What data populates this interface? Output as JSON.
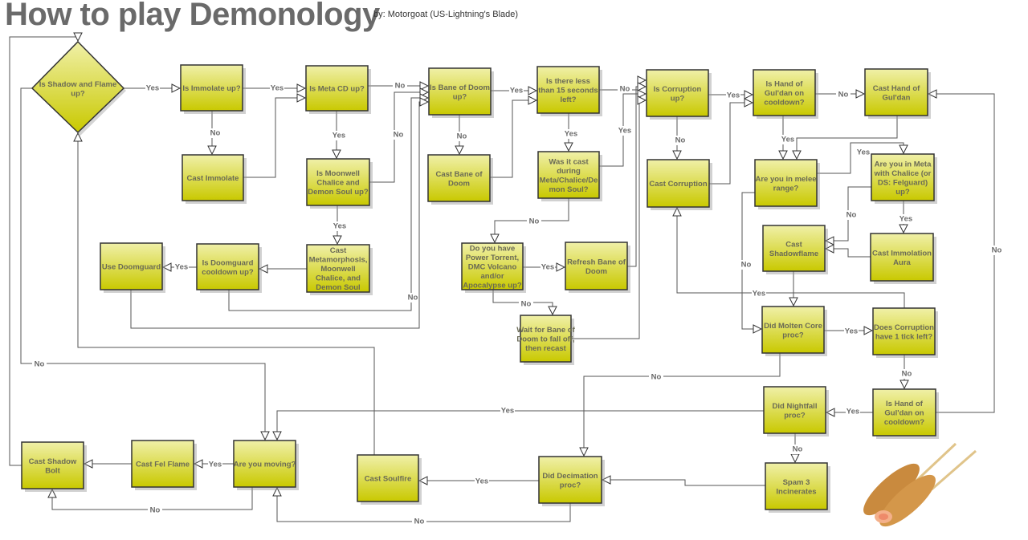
{
  "title": "How to play Demonology",
  "author": "by: Motorgoat (US-Lightning's Blade)",
  "colors": {
    "node_top": "#f0f0a8",
    "node_bottom": "#c9c900",
    "border": "#333333",
    "line": "#555555"
  },
  "nodes": {
    "shadow_flame": [
      "Is Shadow and Flame",
      "up?"
    ],
    "immolate_up": [
      "Is Immolate up?"
    ],
    "cast_immolate": [
      "Cast Immolate"
    ],
    "meta_cd": [
      "Is Meta CD up?"
    ],
    "moonwell": [
      "Is Moonwell",
      "Chalice and",
      "Demon Soul up?"
    ],
    "cast_meta": [
      "Cast",
      "Metamorphosis,",
      "Moonwell",
      "Chalice, and",
      "Demon Soul"
    ],
    "doomguard_cd": [
      "Is Doomguard",
      "cooldown up?"
    ],
    "use_doomguard": [
      "Use Doomguard"
    ],
    "bane_up": [
      "Is Bane of Doom",
      "up?"
    ],
    "cast_bane": [
      "Cast Bane of",
      "Doom"
    ],
    "less15": [
      "Is there less",
      "than 15 seconds",
      "left?"
    ],
    "was_cast": [
      "Was it cast",
      "during",
      "Meta/Chalice/De",
      "mon Soul?"
    ],
    "power_torrent": [
      "Do you have",
      "Power Torrent,",
      "DMC Volcano",
      "and/or",
      "Apocalypse up?"
    ],
    "refresh_bane": [
      "Refresh Bane of",
      "Doom"
    ],
    "wait_bane": [
      "Wait for Bane of",
      "Doom to fall off,",
      "then recast"
    ],
    "corruption_up": [
      "Is Corruption",
      "up?"
    ],
    "cast_corruption": [
      "Cast Corruption"
    ],
    "hand_cd1": [
      "Is Hand of",
      "Gul'dan on",
      "cooldown?"
    ],
    "cast_hand": [
      "Cast Hand of",
      "Gul'dan"
    ],
    "melee": [
      "Are you in melee",
      "range?"
    ],
    "meta_chalice": [
      "Are you in Meta",
      "with Chalice (or",
      "DS: Felguard)",
      "up?"
    ],
    "shadowflame": [
      "Cast",
      "Shadowflame"
    ],
    "immolation_aura": [
      "Cast Immolation",
      "Aura"
    ],
    "molten_core": [
      "Did Molten Core",
      "proc?"
    ],
    "corruption_tick": [
      "Does Corruption",
      "have 1 tick left?"
    ],
    "hand_cd2": [
      "Is Hand of",
      "Gul'dan on",
      "cooldown?"
    ],
    "nightfall": [
      "Did Nightfall",
      "proc?"
    ],
    "spam_incinerate": [
      "Spam 3",
      "Incinerates"
    ],
    "decimation": [
      "Did Decimation",
      "proc?"
    ],
    "soulfire": [
      "Cast Soulfire"
    ],
    "moving": [
      "Are you moving?"
    ],
    "fel_flame": [
      "Cast Fel Flame"
    ],
    "shadow_bolt": [
      "Cast Shadow",
      "Bolt"
    ]
  },
  "edge_labels": [
    "Yes",
    "Yes",
    "No",
    "",
    "No",
    "Yes",
    "No",
    "Yes",
    "",
    "Yes",
    "No",
    "",
    "Yes",
    "No",
    "",
    "No",
    "Yes",
    "Yes",
    "No",
    "Yes",
    "No",
    "",
    "",
    "Yes",
    "No",
    "",
    "No",
    "Yes",
    "",
    "Yes",
    "No",
    "No",
    "Yes",
    "",
    "",
    "Yes",
    "Yes",
    "No",
    "No",
    "Yes",
    "No",
    "Yes",
    "No",
    "",
    "Yes",
    "No",
    "",
    "Yes",
    "No",
    "",
    "",
    "No"
  ]
}
